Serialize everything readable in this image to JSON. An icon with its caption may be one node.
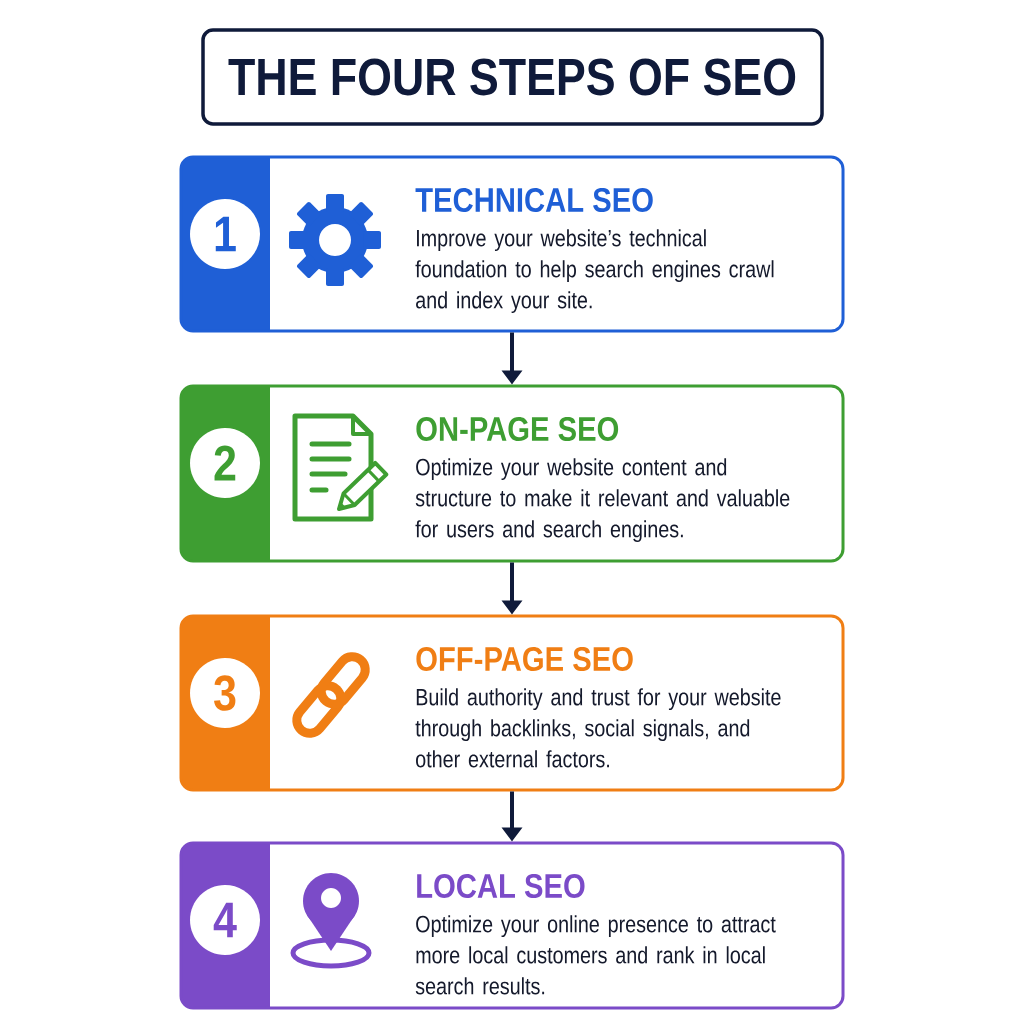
{
  "diagram": {
    "title": "THE FOUR STEPS OF SEO",
    "nodes": [
      {
        "text": [
          "TECHNICAL SEO",
          "Improve your website’s technical foundation to help search engines crawl and index your site."
        ]
      },
      {
        "text": [
          "1"
        ],
        "in": 0
      },
      {
        "text": [
          "ON-PAGE SEO",
          "Optimize your website content and structure to make it relevant and valuable for users and search engines."
        ]
      },
      {
        "text": [
          "2"
        ],
        "in": 2
      },
      {
        "text": [
          "OFF-PAGE SEO",
          "Build authority and trust for your website through backlinks, social signals, and other external factors."
        ]
      },
      {
        "text": [
          "3"
        ],
        "in": 4
      },
      {
        "text": [
          "LOCAL SEO",
          "Optimize your online presence to attract more local customers and rank in local search results."
        ]
      },
      {
        "text": [
          "4"
        ],
        "in": 6
      }
    ],
    "edges": [
      {
        "from": 0,
        "to": 2,
        "arrow": "to"
      },
      {
        "from": 2,
        "to": 4,
        "arrow": "to"
      },
      {
        "from": 4,
        "to": 6,
        "arrow": "to"
      }
    ]
  }
}
